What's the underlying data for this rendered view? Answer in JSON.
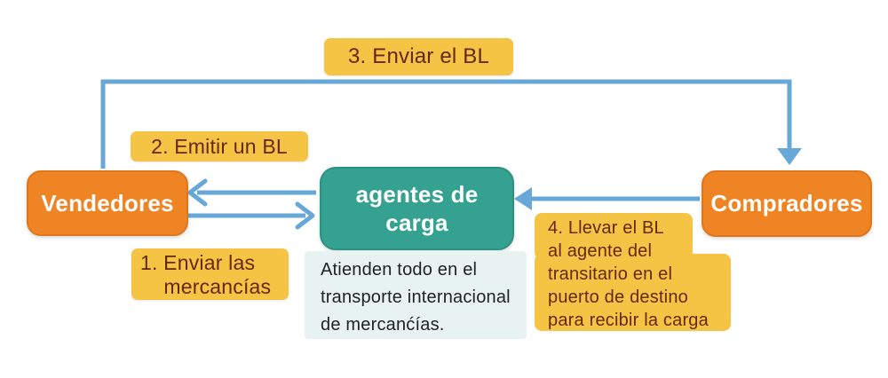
{
  "colors": {
    "bg": "#ffffff",
    "orange": "#EE8424",
    "orange-border": "#E0761B",
    "teal": "#35A191",
    "teal-border": "#2D9181",
    "yellow": "#F6C444",
    "note-bg": "#E8F3F1",
    "arrow": "#68A8D8",
    "label-text": "#64280E",
    "node-text": "#FFFFFF",
    "note-text": "#222222"
  },
  "nodes": {
    "vendedores": "Vendedores",
    "agentes": "agentes de\ncarga",
    "compradores": "Compradores"
  },
  "steps": {
    "step1": "1. Enviar las\n    mercancías",
    "step2": "2. Emitir un BL",
    "step3": "3. Enviar el BL",
    "step4": "4. Llevar el BL\nal agente del\ntransitario en el\npuerto de destino\npara recibir la carga"
  },
  "note": "Atienden todo en el\ntransporte internacional\nde mercanćías.",
  "arrows": [
    {
      "name": "arrow-send-bl",
      "from": "vendedores",
      "to": "compradores",
      "label": "3. Enviar el BL"
    },
    {
      "name": "arrow-emit-bl",
      "from": "agentes",
      "to": "vendedores",
      "label": "2. Emitir un BL"
    },
    {
      "name": "arrow-send-goods",
      "from": "vendedores",
      "to": "agentes",
      "label": "1. Enviar las mercancías"
    },
    {
      "name": "arrow-take-bl",
      "from": "compradores",
      "to": "agentes",
      "label": "4. Llevar el BL al agente del transitario en el puerto de destino para recibir la carga"
    }
  ]
}
